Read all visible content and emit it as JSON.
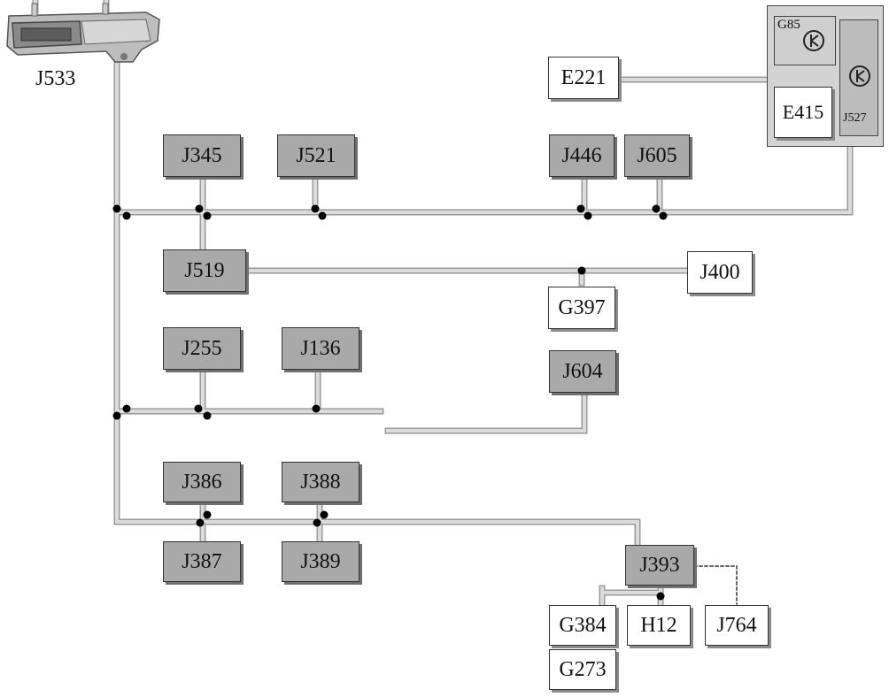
{
  "gateway": {
    "label": "J533"
  },
  "boxes": {
    "j345": "J345",
    "j521": "J521",
    "j446": "J446",
    "j605": "J605",
    "j519": "J519",
    "j400": "J400",
    "g397": "G397",
    "j255": "J255",
    "j136": "J136",
    "j604": "J604",
    "j386": "J386",
    "j388": "J388",
    "j387": "J387",
    "j389": "J389",
    "j393": "J393",
    "g384": "G384",
    "h12": "H12",
    "j764": "J764",
    "g273": "G273",
    "e221": "E221"
  },
  "unit": {
    "g85": "G85",
    "e415": "E415",
    "j527": "J527"
  },
  "colors": {
    "dark_box": "#a9a9a9",
    "wire": "#c8c8c8",
    "wire_edge": "#8c8c8c",
    "node": "#000000"
  }
}
